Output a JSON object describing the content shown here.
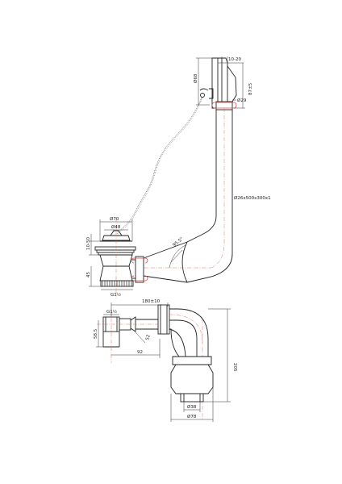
{
  "drawing": {
    "colors": {
      "line": "#222222",
      "centerline": "#e06060",
      "gasket": "#d84a4a",
      "background": "#ffffff"
    },
    "top_assembly": {
      "dims": {
        "overflow_depth": "10-20",
        "overflow_dia": "Ø68",
        "overflow_height": "87±5",
        "overflow_pipe": "Ø29",
        "tube": "Ø26x500x300x1",
        "waste_dia": "Ø70",
        "waste_inner": "Ø48",
        "waste_height": "10-50",
        "waste_depth": "45",
        "waste_thread": "G1½",
        "angle": "95.5°"
      }
    },
    "trap_assembly": {
      "dims": {
        "length": "180±10",
        "inlet_thread": "G1½",
        "inlet_height": "58.5",
        "offset_52": "52",
        "offset_92": "92",
        "height": "205",
        "outlet_inner": "Ø38",
        "outlet_outer": "Ø78"
      }
    }
  }
}
